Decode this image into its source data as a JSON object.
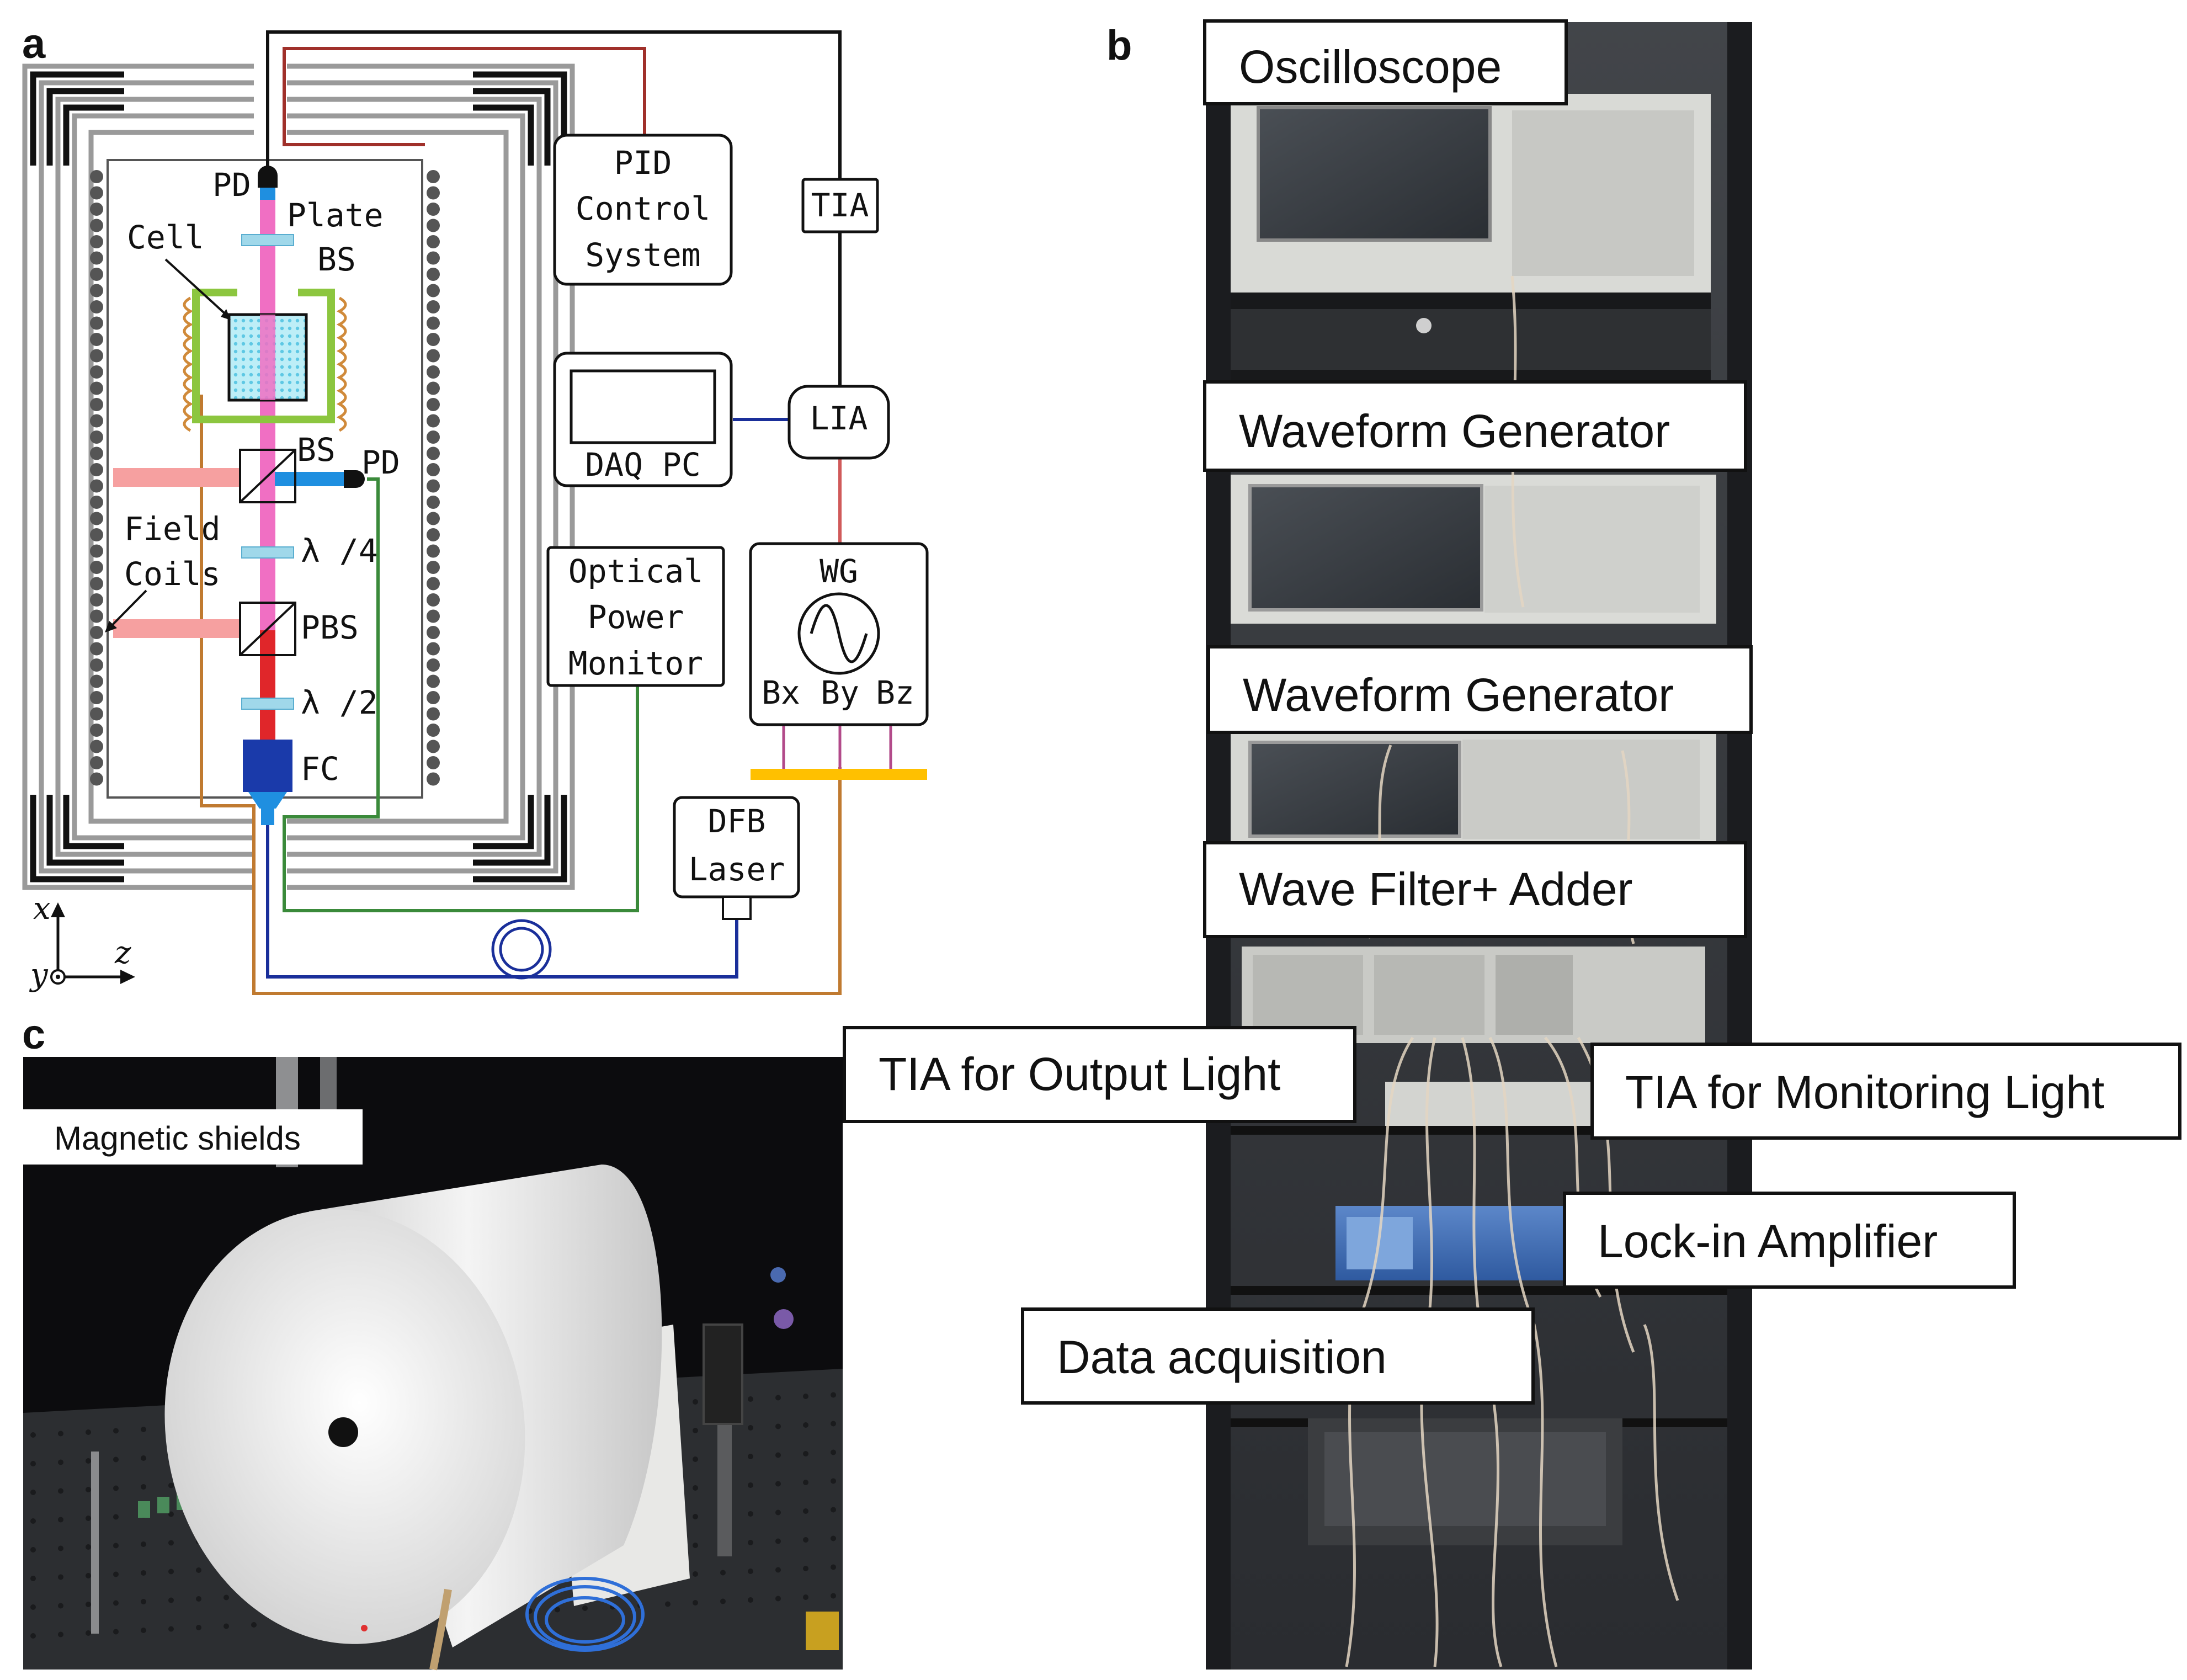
{
  "panel_letters": {
    "a": "a",
    "b": "b",
    "c": "c"
  },
  "panel_a": {
    "labels": {
      "pd_top": "PD",
      "plate": "Plate",
      "bs_top": "BS",
      "cell": "Cell",
      "bs_mid": "BS",
      "pd_mid": "PD",
      "field_line1": "Field",
      "field_line2": "Coils",
      "quarter_wave": "λ /4",
      "pbs": "PBS",
      "half_wave": "λ /2",
      "fc": "FC"
    },
    "boxes": {
      "pid_line1": "PID",
      "pid_line2": "Control",
      "pid_line3": "System",
      "tia": "TIA",
      "daq": "DAQ PC",
      "lia": "LIA",
      "opm_line1": "Optical",
      "opm_line2": "Power",
      "opm_line3": "Monitor",
      "wg": "WG",
      "bx": "Bx",
      "by": "By",
      "bz": "Bz",
      "dfb_line1": "DFB",
      "dfb_line2": "Laser"
    },
    "axes": {
      "x": "x",
      "y": "y",
      "z": "z"
    },
    "colors": {
      "pump": "#f06fc3",
      "probe_blue": "#1f8fe0",
      "laser_red": "#e0262a",
      "red_beam": "#f6a0a0",
      "coil_green": "#8cc63f",
      "coil_orange": "#d08a3a",
      "cell_fill": "#9fe0f0",
      "wire_red": "#a0302a",
      "wire_blue": "#1a2f9a",
      "wire_green": "#3a8a3a",
      "wire_orange": "#c07a30",
      "bus_yellow": "#ffc000",
      "fc_blue": "#1a3aaa"
    }
  },
  "panel_b": {
    "labels": {
      "oscilloscope": "Oscilloscope",
      "waveform1": "Waveform Generator",
      "waveform2": "Waveform Generator",
      "filter": "Wave Filter+ Adder",
      "tia_output": "TIA for Output Light",
      "tia_monitor": "TIA for Monitoring Light",
      "lockin": "Lock-in Amplifier",
      "daq": "Data acquisition"
    }
  },
  "panel_c": {
    "labels": {
      "shields": "Magnetic shields"
    }
  }
}
